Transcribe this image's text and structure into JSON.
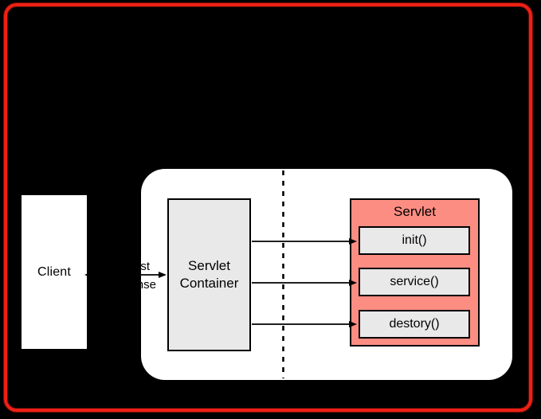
{
  "diagram": {
    "client": {
      "label": "Client"
    },
    "servlet_container": {
      "label_line1": "Servlet",
      "label_line2": "Container"
    },
    "servlet": {
      "title": "Servlet",
      "methods": [
        {
          "label": "init()"
        },
        {
          "label": "service()"
        },
        {
          "label": "destory()"
        }
      ]
    },
    "connection_labels": {
      "request": "request",
      "response": "response"
    },
    "icons": {
      "arrow": "right-arrow-icon",
      "divider": "dashed-divider"
    },
    "colors": {
      "frame": "#ee2014",
      "servlet_fill": "#fc8d82",
      "box_fill": "#e9e9e9",
      "panel_fill": "#ffffff",
      "background": "#000000"
    }
  }
}
